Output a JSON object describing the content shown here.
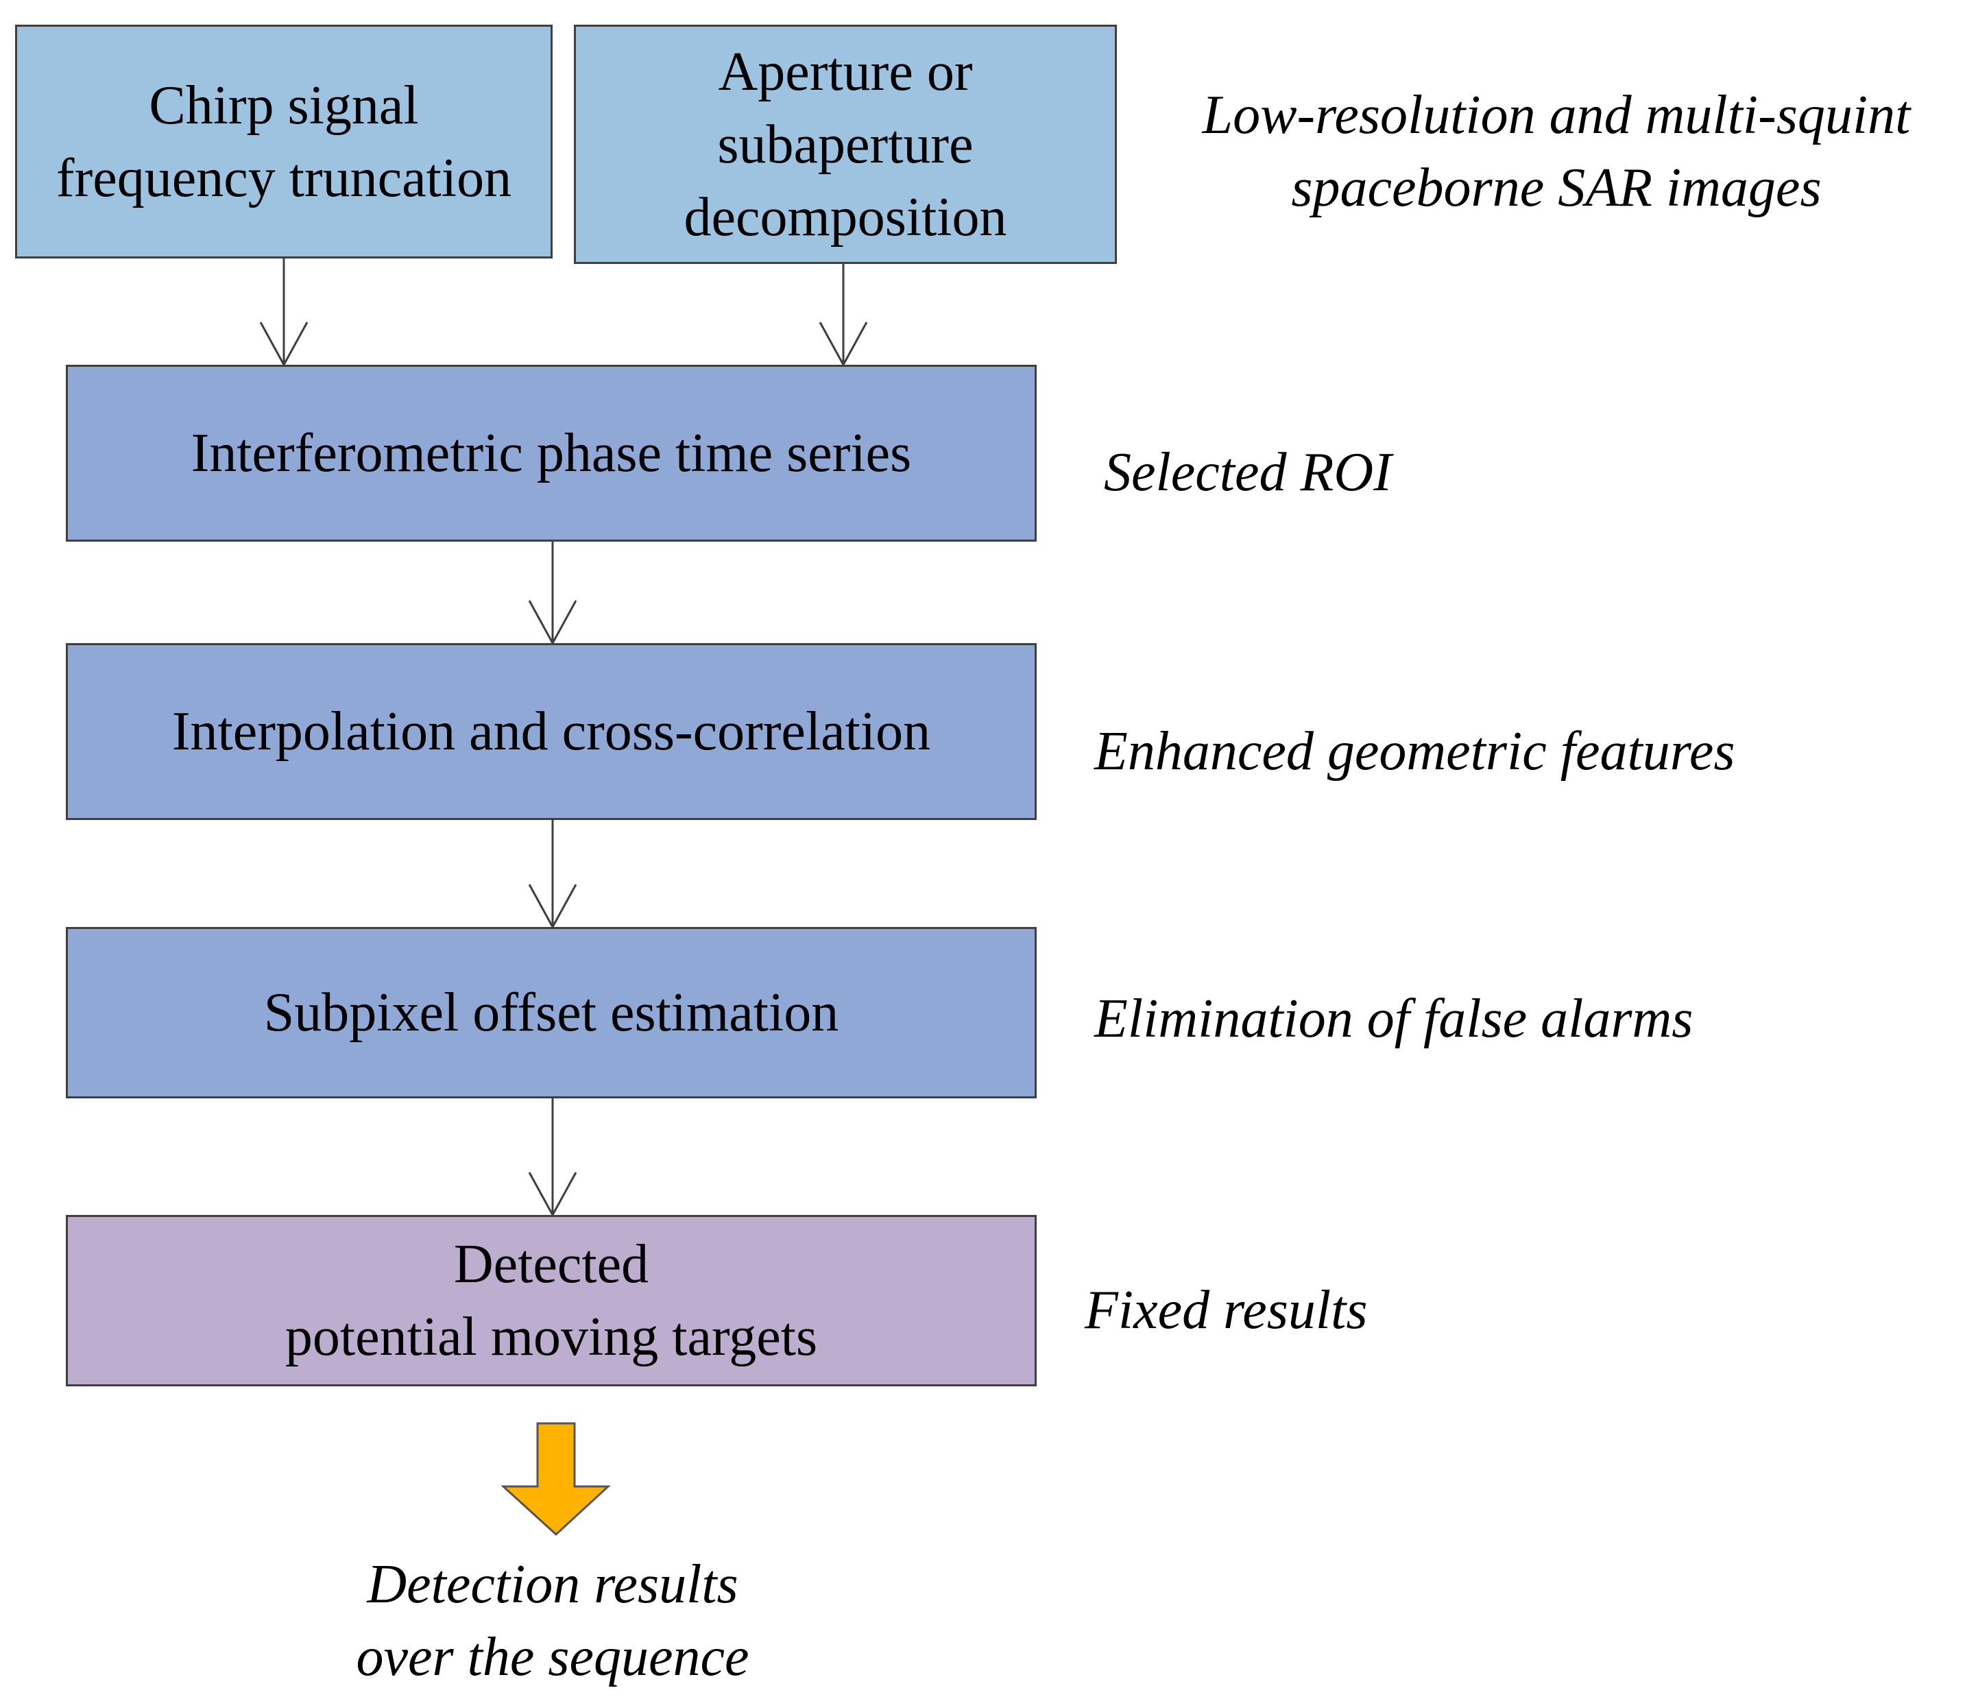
{
  "colors": {
    "input_fill": "#9dc3e0",
    "process_fill": "#8fa8d6",
    "result_fill": "#bdaed0",
    "box_border": "#3f3f3f",
    "connector": "#3f3f3f",
    "big_arrow_fill": "#ffb300",
    "big_arrow_stroke": "#555555"
  },
  "boxes": {
    "chirp": "Chirp signal\nfrequency truncation",
    "aperture": "Aperture or\nsubaperture\ndecomposition",
    "interferometric": "Interferometric phase time series",
    "interpolation": "Interpolation and cross-correlation",
    "subpixel": "Subpixel offset estimation",
    "detected": "Detected\npotential moving targets"
  },
  "annotations": {
    "input_images": "Low-resolution and multi-squint\nspaceborne SAR images",
    "roi": "Selected ROI",
    "features": "Enhanced geometric features",
    "false_alarms": "Elimination of false alarms",
    "fixed": "Fixed results",
    "sequence": "Detection results\nover the sequence"
  }
}
